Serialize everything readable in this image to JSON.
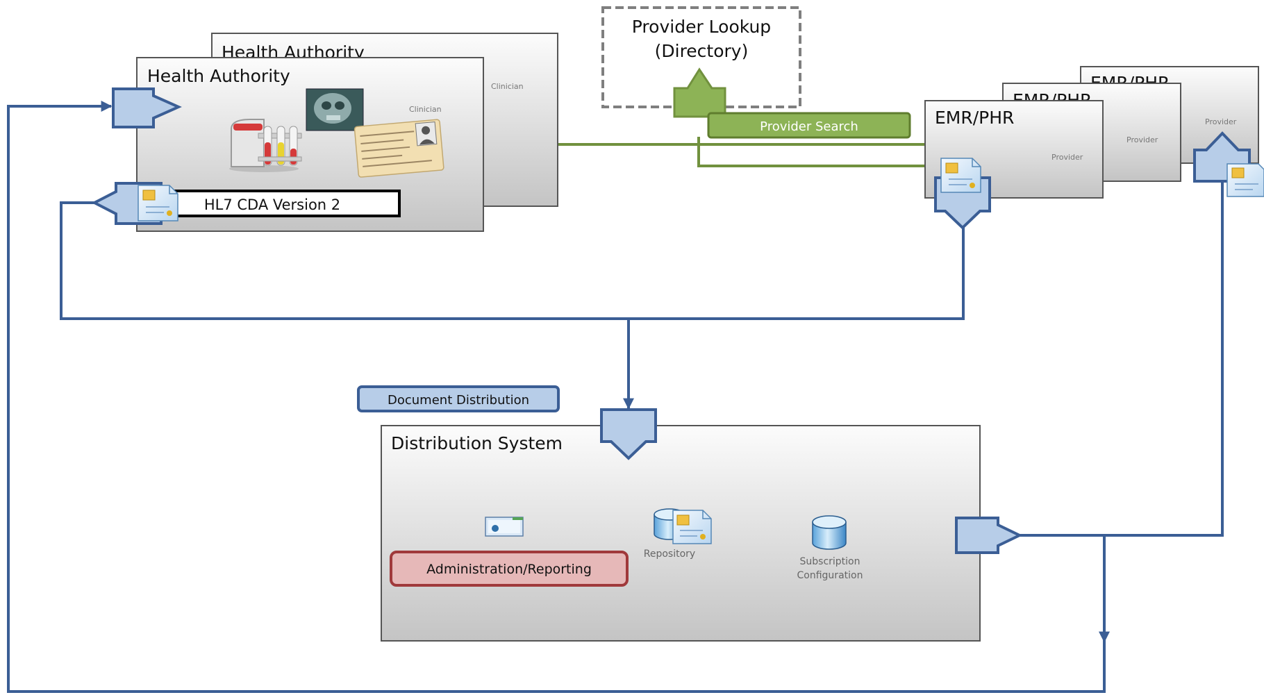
{
  "colors": {
    "blue_line": "#3B5E95",
    "blue_fill": "#B7CDE8",
    "green_line": "#71913E",
    "green_fill": "#8DB356",
    "red_border": "#A0393B",
    "red_fill": "#E6B8B8",
    "box_border": "#555555",
    "dash_border": "#7F7F7F"
  },
  "provider_lookup": {
    "line1": "Provider Lookup",
    "line2": "(Directory)"
  },
  "provider_search": "Provider Search",
  "health_authority": {
    "back_title": "Health Authority",
    "back_role": "Clinician",
    "front_title": "Health Authority",
    "front_role": "Clinician",
    "icons": [
      "lab-tubes-icon",
      "xray-skull-icon",
      "patient-id-card-icon"
    ]
  },
  "hl7_label": "HL7 CDA Version 2",
  "emr": {
    "back_title": "EMR/PHR",
    "back_role": "Provider",
    "mid_title": "EMR/PHR",
    "mid_role": "Provider",
    "front_title": "EMR/PHR",
    "front_role": "Provider"
  },
  "document_distribution": "Document Distribution",
  "distribution_system": {
    "title": "Distribution System",
    "admin_label": "Administration/Reporting",
    "repository_label": "Repository",
    "subscription_line1": "Subscription",
    "subscription_line2": "Configuration"
  }
}
